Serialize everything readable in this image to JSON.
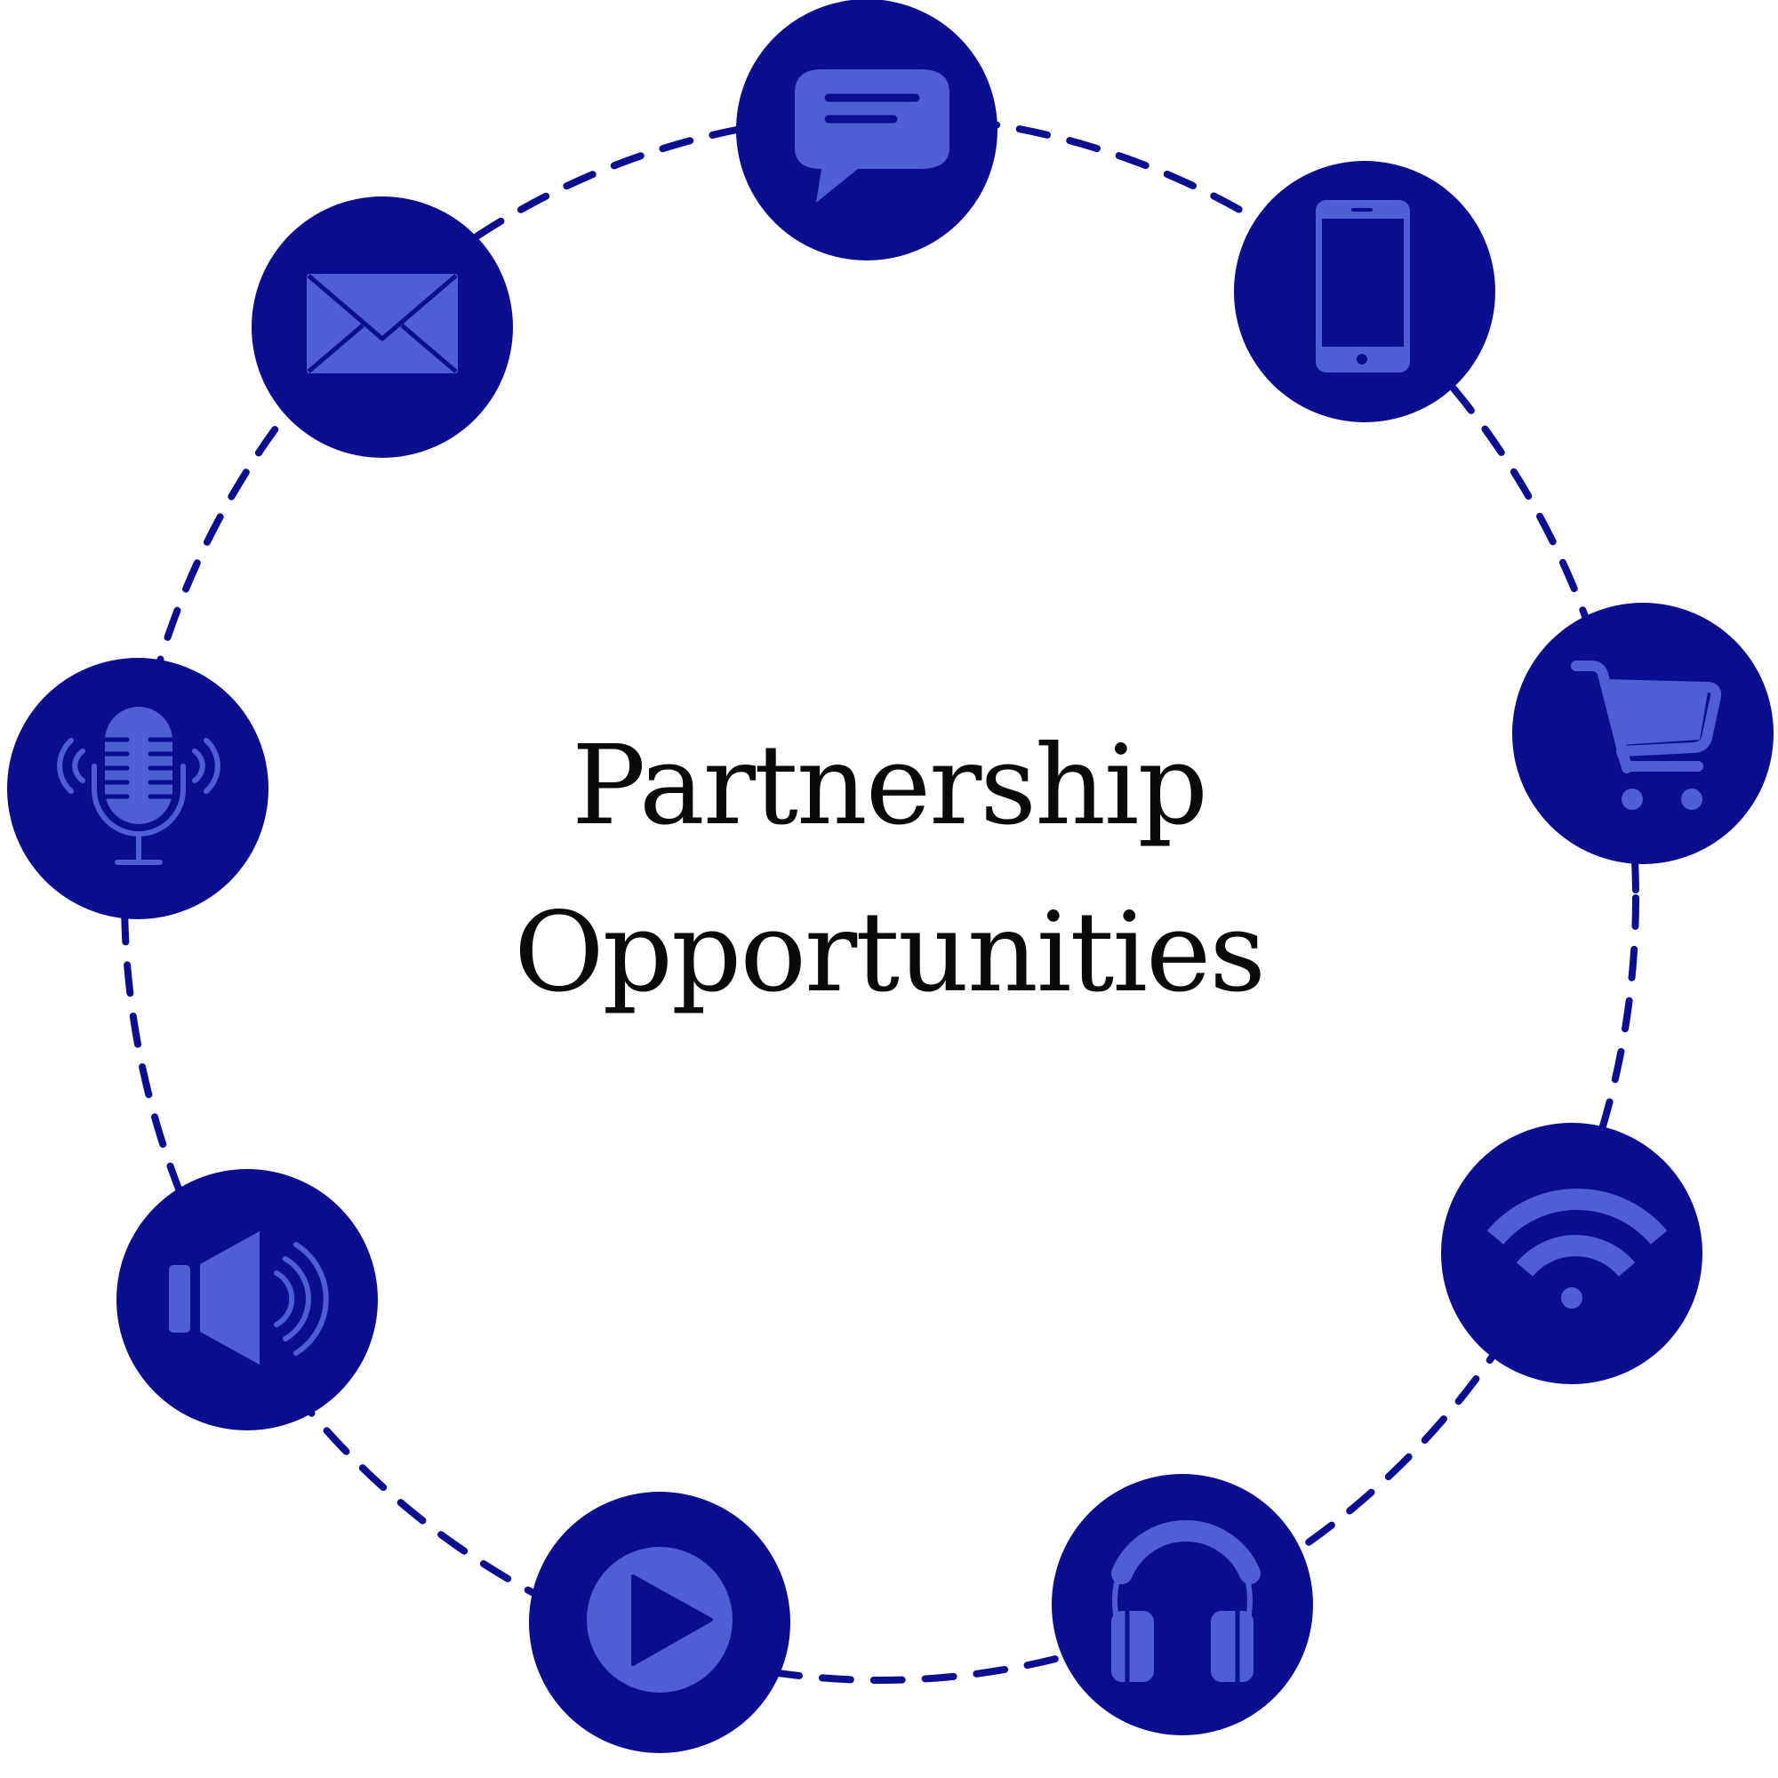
{
  "title": {
    "line1": "Partnership",
    "line2": "Opportunities"
  },
  "colors": {
    "circle_fill": "#0a0e8f",
    "icon_fill": "#4f5fd3",
    "dash_stroke": "#0a0e8f",
    "title_text": "#0a0a0a",
    "background": "#ffffff"
  },
  "nodes": [
    {
      "id": "chat",
      "icon": "chat-bubble-icon"
    },
    {
      "id": "mobile",
      "icon": "mobile-phone-icon"
    },
    {
      "id": "cart",
      "icon": "shopping-cart-icon"
    },
    {
      "id": "wifi",
      "icon": "wifi-icon"
    },
    {
      "id": "headphones",
      "icon": "headphones-icon"
    },
    {
      "id": "video",
      "icon": "play-button-icon"
    },
    {
      "id": "audio",
      "icon": "speaker-icon"
    },
    {
      "id": "podcast",
      "icon": "microphone-icon"
    },
    {
      "id": "email",
      "icon": "envelope-icon"
    }
  ]
}
